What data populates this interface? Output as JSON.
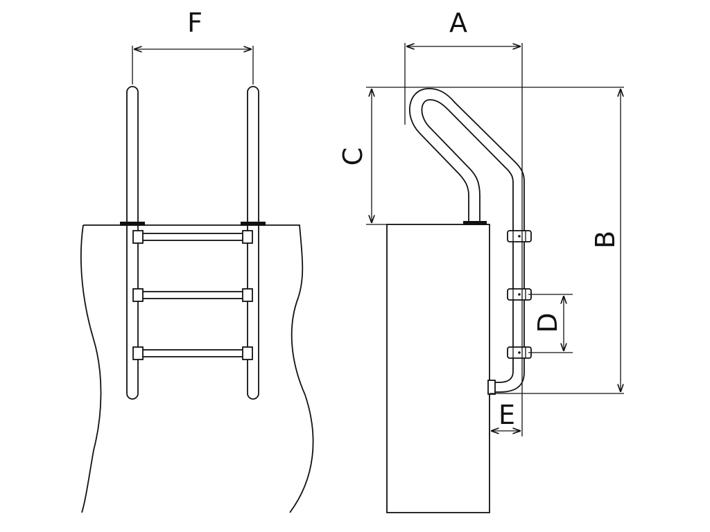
{
  "diagram": {
    "labels": {
      "F": "F",
      "A": "A",
      "C": "C",
      "B": "B",
      "D": "D",
      "E": "E"
    },
    "front_view": {
      "step_count": 3
    },
    "side_view": {
      "bracket_count": 3
    },
    "colors": {
      "stroke": "#111111",
      "background": "#ffffff"
    }
  }
}
